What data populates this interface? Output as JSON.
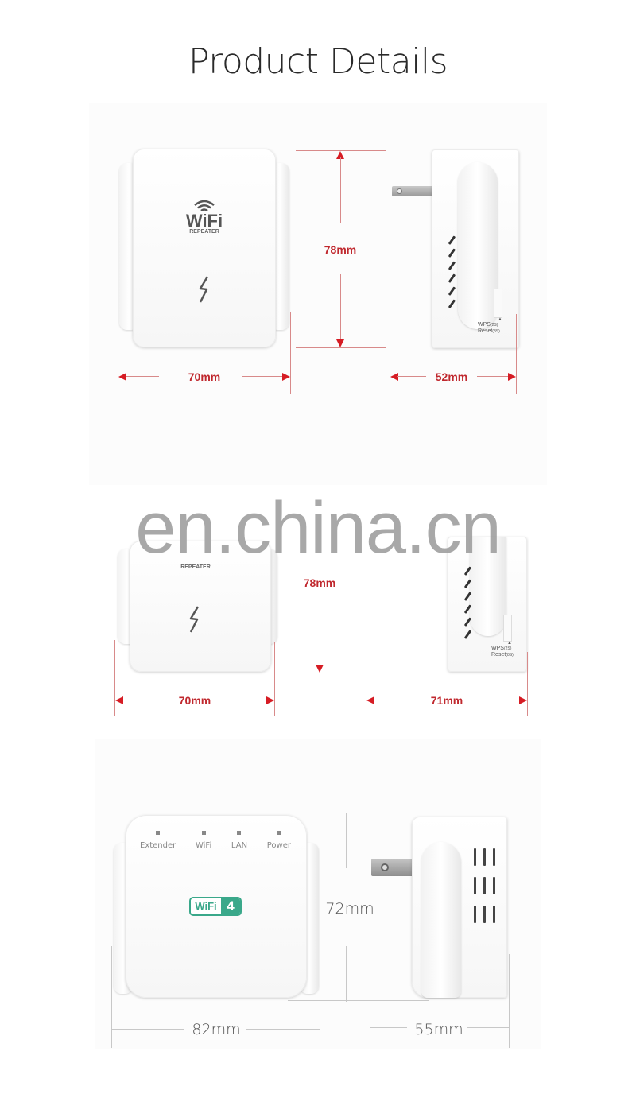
{
  "page": {
    "title": "Product Details",
    "watermark": "en.china.cn"
  },
  "colors": {
    "dimension_red": "#c0282e",
    "arrow_red": "#d61c24",
    "wifi4_badge": "#3aa88a"
  },
  "section1": {
    "front_logo": {
      "brand": "WiFi",
      "sub": "REPEATER"
    },
    "side_labels": {
      "wps": "WPS",
      "wps_time": "(2S)",
      "reset": "Reset",
      "reset_time": "(8S)"
    },
    "dimensions": {
      "height": "78mm",
      "width_front": "70mm",
      "width_side": "52mm"
    }
  },
  "section2": {
    "front_logo": {
      "sub": "REPEATER"
    },
    "side_labels": {
      "wps": "WPS",
      "wps_time": "(2S)",
      "reset": "Reset",
      "reset_time": "(8S)"
    },
    "dimensions": {
      "height": "78mm",
      "width_front": "70mm",
      "width_side": "71mm"
    }
  },
  "section3": {
    "leds": [
      {
        "label": "Extender"
      },
      {
        "label": "WiFi"
      },
      {
        "label": "LAN"
      },
      {
        "label": "Power"
      }
    ],
    "badge": {
      "text": "WiFi",
      "number": "4"
    },
    "dimensions": {
      "height": "72mm",
      "width_front": "82mm",
      "width_side": "55mm"
    }
  }
}
